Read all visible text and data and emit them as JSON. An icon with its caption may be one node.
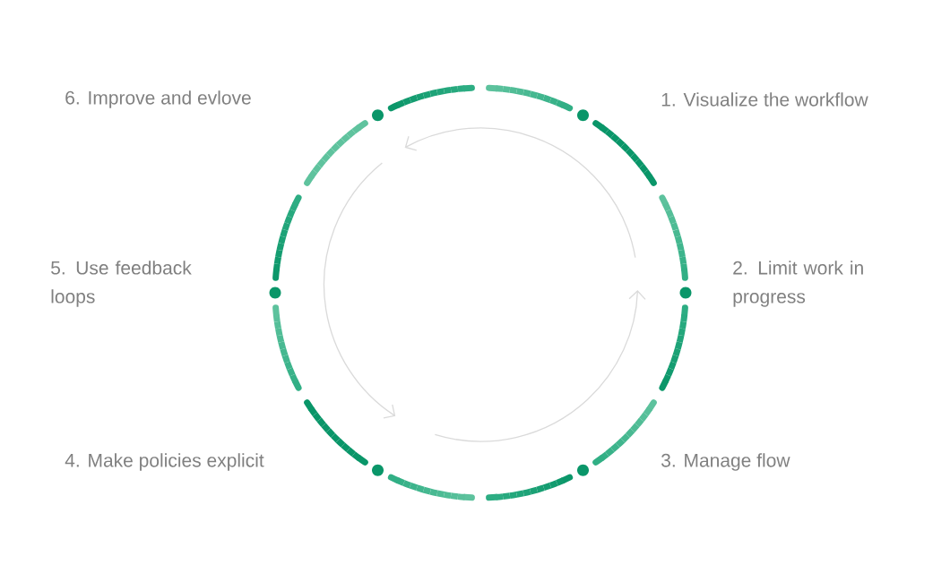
{
  "diagram": {
    "labels": [
      "6. Improve and evlove",
      "1. Visualize the workflow",
      "5. Use feedback loops",
      "2. Limit work in progress",
      "4. Make policies explicit",
      "3. Manage flow"
    ]
  }
}
